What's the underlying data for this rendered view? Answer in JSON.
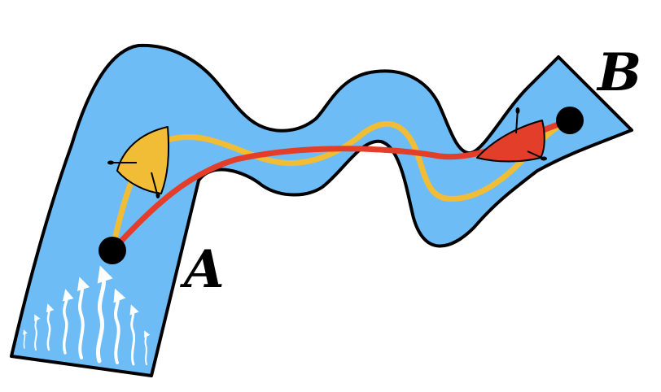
{
  "labels": {
    "start": "A",
    "end": "B"
  },
  "colors": {
    "water": "#6dbcf6",
    "outline": "#000000",
    "yellow_route": "#f1bc36",
    "red_route": "#e23e2a",
    "yellow_boat": "#f1bc36",
    "red_boat": "#e23e2a",
    "current_arrows": "#ffffff"
  },
  "icons": {
    "start_marker": "black-dot",
    "end_marker": "black-dot",
    "yellow_boat": "rowboat-icon",
    "red_boat": "rowboat-icon",
    "current": "wavy-arrow-icon"
  }
}
